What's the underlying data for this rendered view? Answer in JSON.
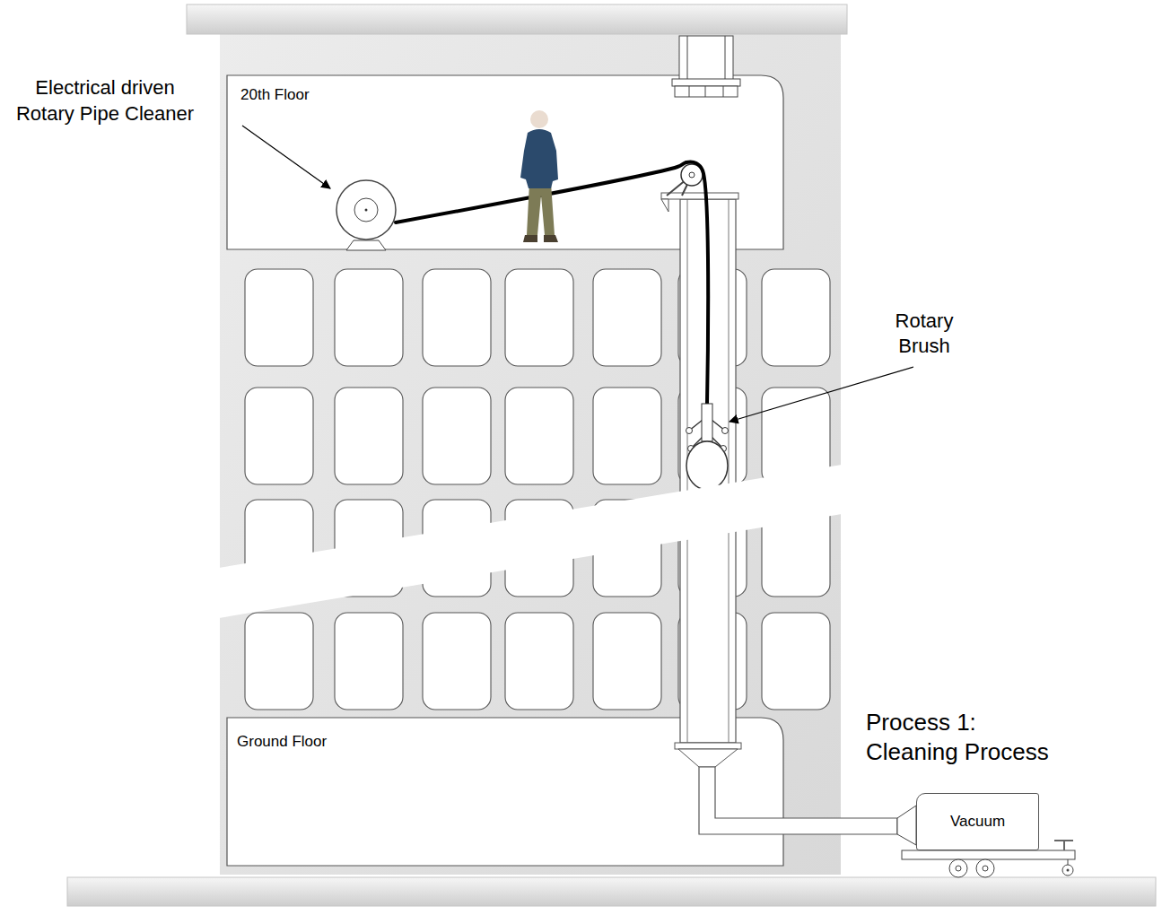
{
  "diagram": {
    "nodes": [
      {
        "text": [
          "20th Floor"
        ]
      },
      {
        "text": [
          "Ground Floor"
        ]
      },
      {
        "text": [
          "Vacuum"
        ]
      }
    ],
    "labels": [
      "Electrical driven Rotary Pipe Cleaner",
      "Rotary Brush",
      "Process 1: Cleaning Process"
    ]
  }
}
